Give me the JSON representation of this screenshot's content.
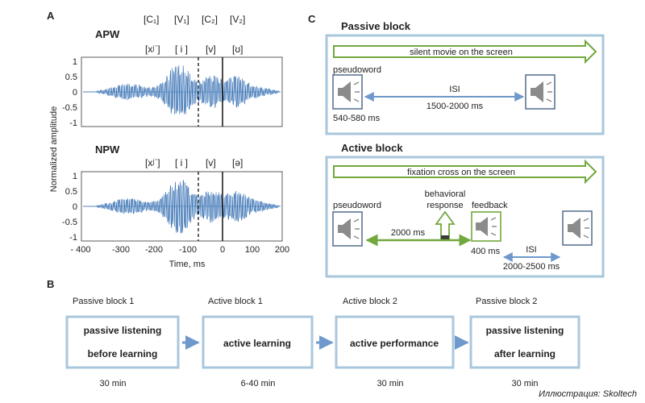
{
  "colors": {
    "frame": "#a9c7dc",
    "wave": "#3f76b6",
    "wave_light": "#8ab2d8",
    "arrow_green": "#72a83e",
    "arrow_blue": "#6f99cc",
    "speaker_box": "#546c8c",
    "speaker_fill": "#8b8b8b"
  },
  "panel_a": {
    "label": "A",
    "phoneme_classes": [
      "[C₁]",
      "[V₁]",
      "[C₂]",
      "[V₂]"
    ],
    "apw": {
      "title": "APW",
      "phonemes": [
        "[xʲˈ]",
        "[ i ]",
        "[v]",
        "[ʊ]"
      ]
    },
    "npw": {
      "title": "NPW",
      "phonemes": [
        "[xʲˈ]",
        "[ i ]",
        "[v]",
        "[ə]"
      ]
    },
    "ylabel": "Normalized amplitude",
    "xlabel": "Time, ms",
    "yticks": [
      "1",
      "0.5",
      "0",
      "-0.5",
      "-1"
    ],
    "xticks": [
      "- 400",
      "-300",
      "-200",
      "-100",
      "0",
      "100",
      "200"
    ]
  },
  "panel_b": {
    "label": "B",
    "blocks": [
      {
        "header": "Passive block 1",
        "lines": [
          "passive listening",
          "before learning"
        ],
        "duration": "30 min"
      },
      {
        "header": "Active block 1",
        "lines": [
          "active learning"
        ],
        "duration": "6-40 min"
      },
      {
        "header": "Active block 2",
        "lines": [
          "active performance"
        ],
        "duration": "30 min"
      },
      {
        "header": "Passive block 2",
        "lines": [
          "passive listening",
          "after learning"
        ],
        "duration": "30 min"
      }
    ]
  },
  "panel_c": {
    "label": "C",
    "passive": {
      "title": "Passive block",
      "banner": "silent movie on the screen",
      "stimulus": "pseudoword",
      "isi_label": "ISI",
      "isi_range": "1500-2000 ms",
      "duration": "540-580 ms"
    },
    "active": {
      "title": "Active block",
      "banner": "fixation cross on the screen",
      "stimulus": "pseudoword",
      "response": [
        "behavioral",
        "response"
      ],
      "feedback": "feedback",
      "response_window": "2000 ms",
      "feedback_duration": "400 ms",
      "isi_label": "ISI",
      "isi_range": "2000-2500 ms"
    }
  },
  "credit": "Иллюстрация: Skoltech"
}
